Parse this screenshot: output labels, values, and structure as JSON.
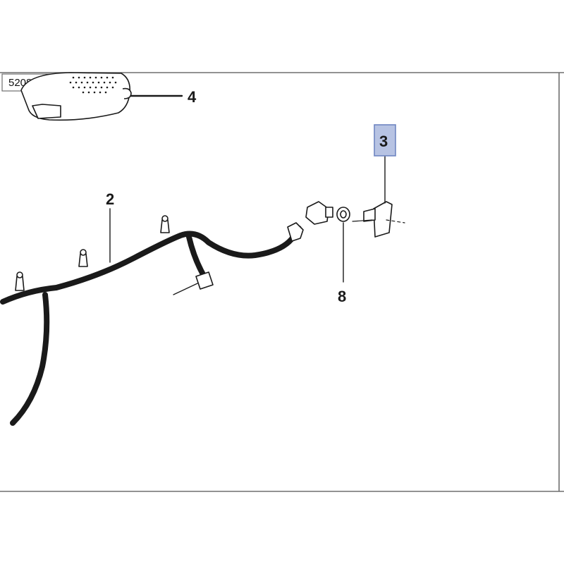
{
  "drawing": {
    "reference_number": "52082893",
    "callouts": [
      {
        "id": "4",
        "label": "4",
        "highlighted": false
      },
      {
        "id": "2",
        "label": "2",
        "highlighted": false
      },
      {
        "id": "3",
        "label": "3",
        "highlighted": true
      },
      {
        "id": "8",
        "label": "8",
        "highlighted": false
      }
    ],
    "colors": {
      "line": "#1a1a1a",
      "frame": "#6e6e6e",
      "highlight_fill": "#b7c3e3",
      "highlight_stroke": "#6f86c2"
    }
  }
}
